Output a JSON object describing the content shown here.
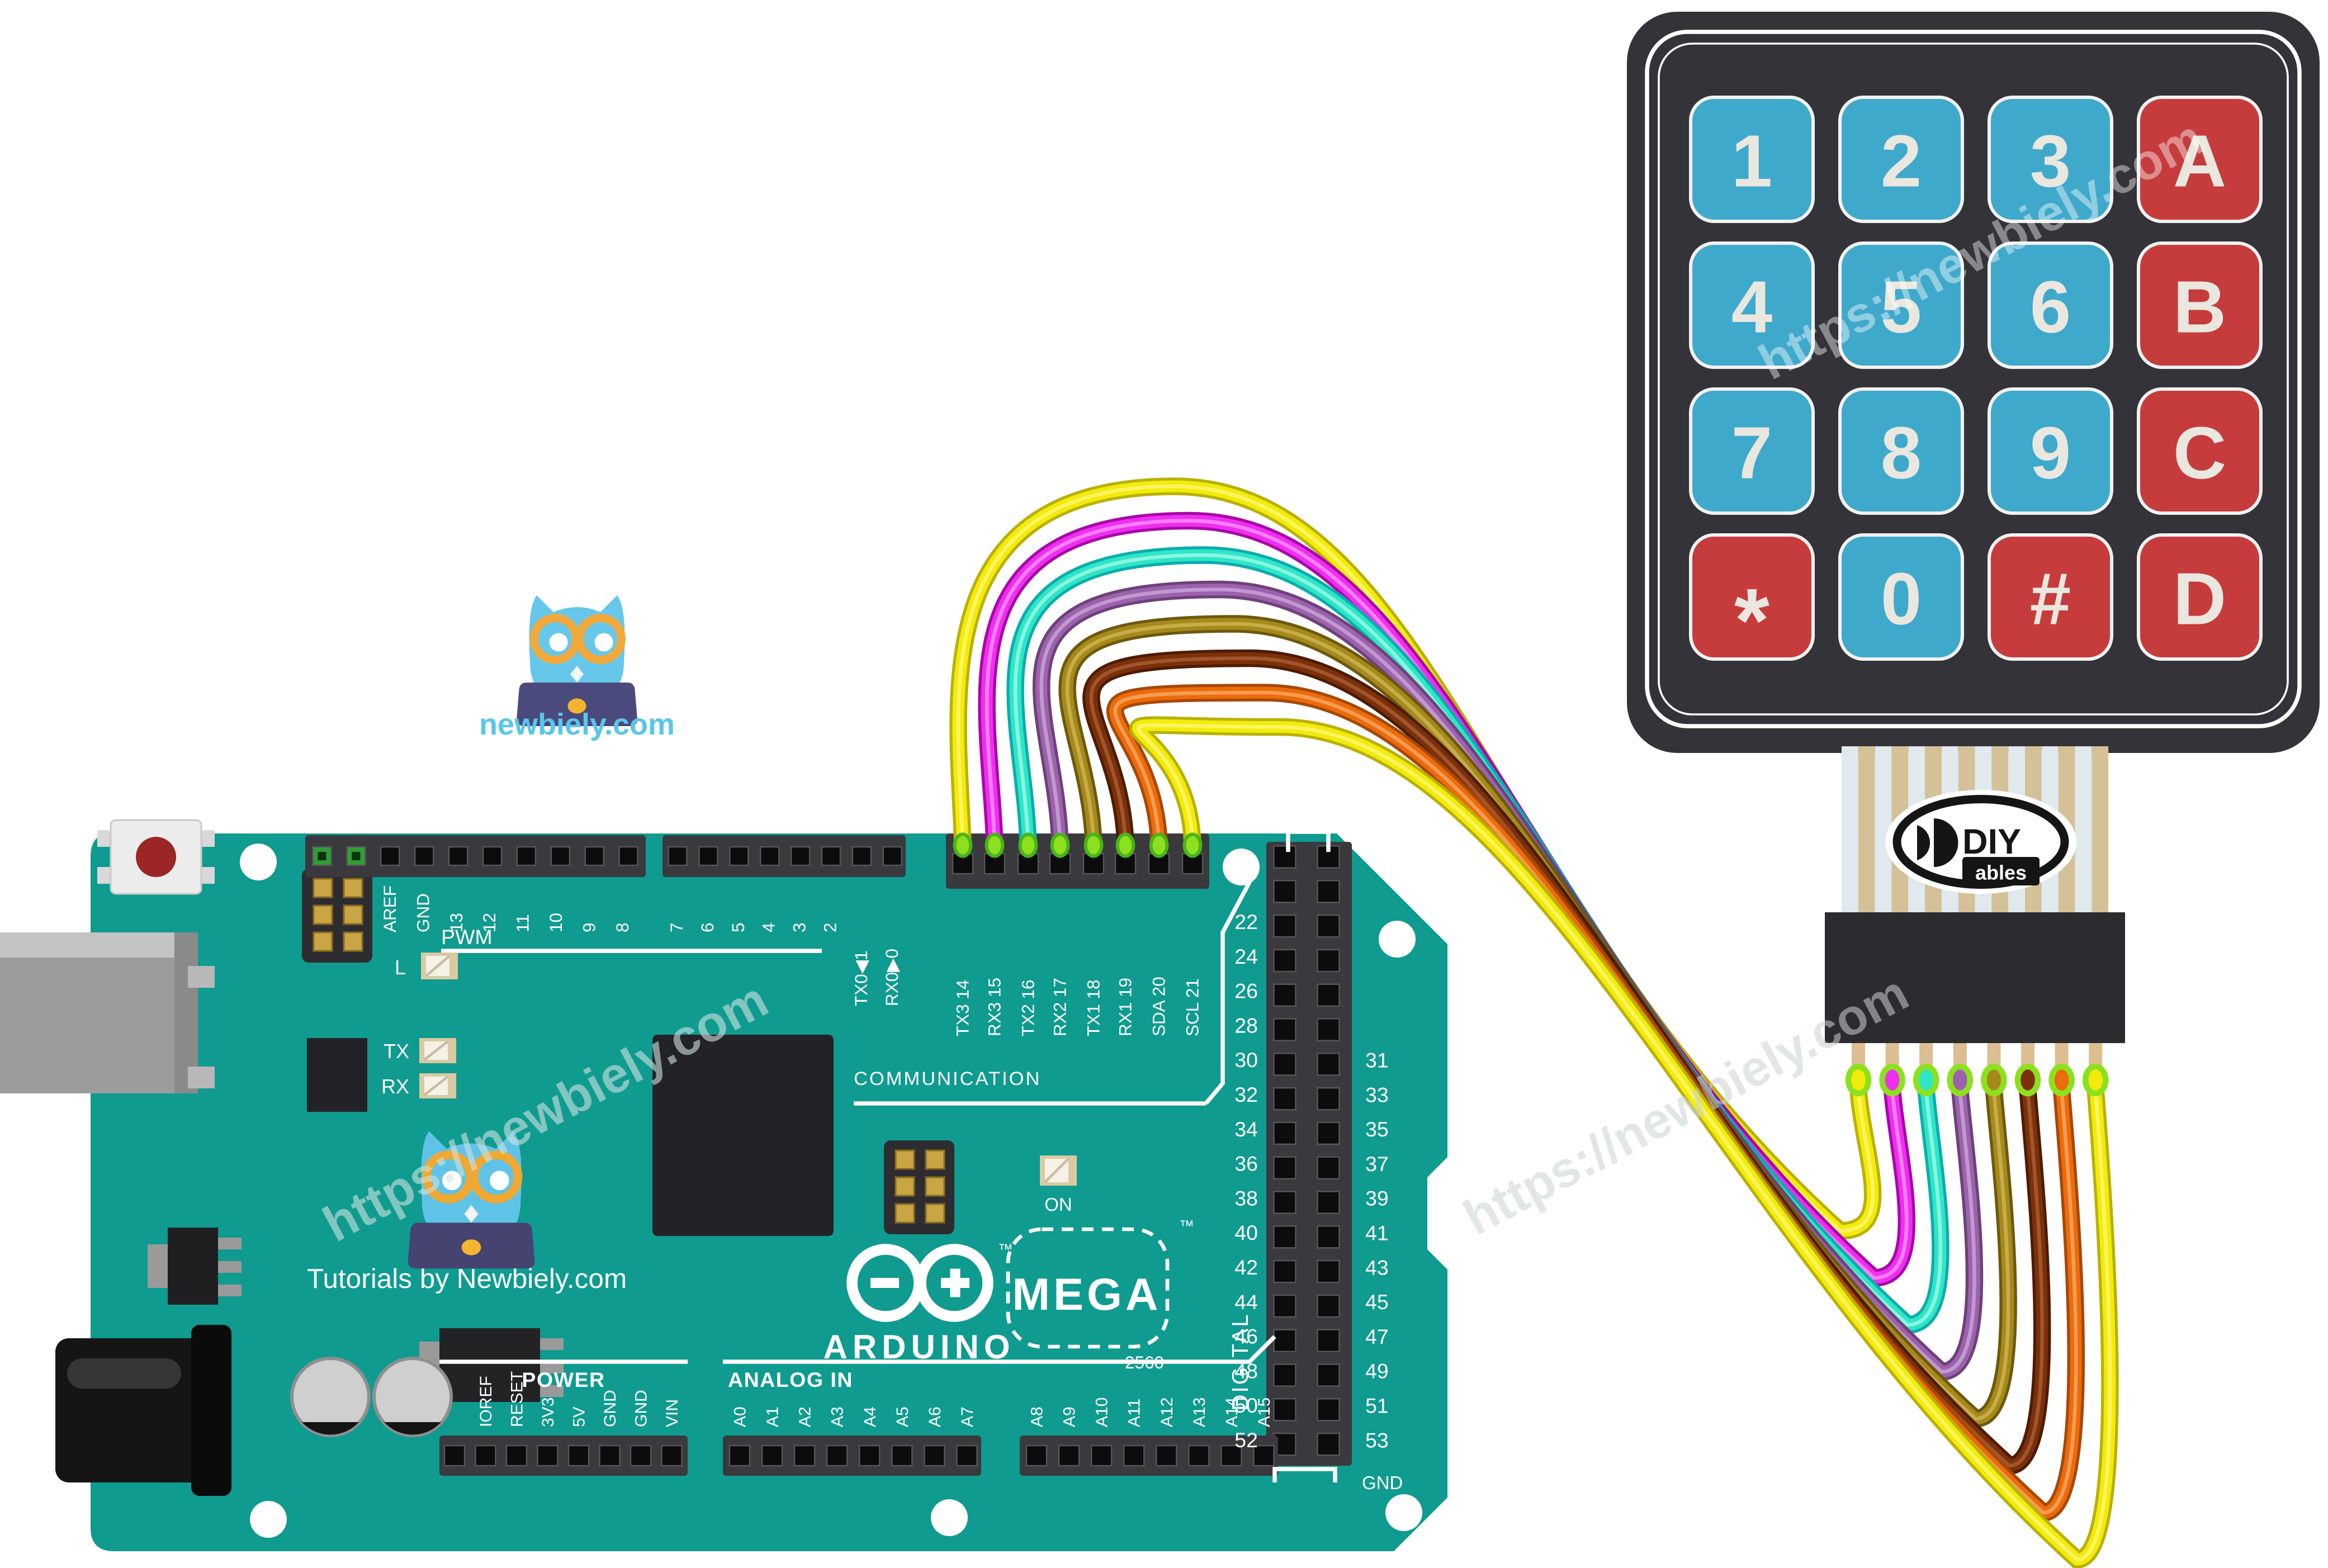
{
  "branding": {
    "logo_text": "newbiely.com",
    "tutorial_credit": "Tutorials by Newbiely.com",
    "watermark": "https://newbiely.com"
  },
  "arduino": {
    "board_color": "#0f9b8f",
    "brand": "ARDUINO",
    "model": "MEGA",
    "chip": "2560",
    "tm": "™",
    "labels": {
      "communication": "COMMUNICATION",
      "pwm": "PWM",
      "power": "POWER",
      "analog_in": "ANALOG IN",
      "digital": "DIGITAL",
      "on": "ON",
      "led_l": "L",
      "led_tx": "TX",
      "led_rx": "RX",
      "v5": "5V",
      "gnd": "GND"
    },
    "aref_row": [
      "AREF",
      "GND",
      "13",
      "12",
      "11",
      "10",
      "9",
      "8"
    ],
    "row2": [
      "7",
      "6",
      "5",
      "4",
      "3",
      "2"
    ],
    "serial0": [
      "TX0◀1",
      "RX0▶0"
    ],
    "comm_pins": [
      "TX3 14",
      "RX3 15",
      "TX2 16",
      "RX2 17",
      "TX1 18",
      "RX1 19",
      "SDA 20",
      "SCL 21"
    ],
    "digital_even": [
      "22",
      "24",
      "26",
      "28",
      "30",
      "32",
      "34",
      "36",
      "38",
      "40",
      "42",
      "44",
      "46",
      "48",
      "50",
      "52"
    ],
    "digital_odd": [
      "31",
      "33",
      "35",
      "37",
      "39",
      "41",
      "43",
      "45",
      "47",
      "49",
      "51",
      "53"
    ],
    "power_pins": [
      "IOREF",
      "RESET",
      "3V3",
      "5V",
      "GND",
      "GND",
      "VIN"
    ],
    "analog_a": [
      "A0",
      "A1",
      "A2",
      "A3",
      "A4",
      "A5",
      "A6",
      "A7"
    ],
    "analog_b": [
      "A8",
      "A9",
      "A10",
      "A11",
      "A12",
      "A13",
      "A14",
      "A15"
    ]
  },
  "keypad": {
    "rows": [
      [
        "1",
        "2",
        "3",
        "A"
      ],
      [
        "4",
        "5",
        "6",
        "B"
      ],
      [
        "7",
        "8",
        "9",
        "C"
      ],
      [
        "*",
        "0",
        "#",
        "D"
      ]
    ],
    "key_types": [
      [
        "num",
        "num",
        "num",
        "fn"
      ],
      [
        "num",
        "num",
        "num",
        "fn"
      ],
      [
        "num",
        "num",
        "num",
        "fn"
      ],
      [
        "fn",
        "num",
        "fn",
        "fn"
      ]
    ],
    "colors": {
      "body": "#343339",
      "key_blue": "#3fa9cc",
      "key_red": "#c63c3c",
      "key_text": "#eae7df",
      "border": "#ffffff"
    }
  },
  "diyables": {
    "name_top": "DIY",
    "name_bottom": "ables"
  },
  "cable": {
    "stripe_a": "#dfe9ee",
    "stripe_b": "#d5c198",
    "connector": "#2c2b2f",
    "pin_stub": "#dcbe92",
    "tip": "#8de01e",
    "tip_edge": "#49b41a"
  },
  "wires": [
    {
      "arduino_pin": "TX3 14",
      "keypad_pin": "1",
      "color": "#f3eb0b",
      "edge": "#b9b105",
      "hi": "#fbf772"
    },
    {
      "arduino_pin": "RX3 15",
      "keypad_pin": "2",
      "color": "#ef2fef",
      "edge": "#a907a9",
      "hi": "#ff8dff"
    },
    {
      "arduino_pin": "TX2 16",
      "keypad_pin": "3",
      "color": "#2ee6c6",
      "edge": "#0aadae",
      "hi": "#98f8e6"
    },
    {
      "arduino_pin": "RX2 17",
      "keypad_pin": "4",
      "color": "#9d62ae",
      "edge": "#6e4179",
      "hi": "#c7a3d3"
    },
    {
      "arduino_pin": "TX1 18",
      "keypad_pin": "5",
      "color": "#a6891d",
      "edge": "#6d590e",
      "hi": "#cdb44d"
    },
    {
      "arduino_pin": "RX1 19",
      "keypad_pin": "6",
      "color": "#7c300a",
      "edge": "#4c1c04",
      "hi": "#a75c33"
    },
    {
      "arduino_pin": "SDA 20",
      "keypad_pin": "7",
      "color": "#ec6b0b",
      "edge": "#a74808",
      "hi": "#f7a55f"
    },
    {
      "arduino_pin": "SCL 21",
      "keypad_pin": "8",
      "color": "#f3eb0b",
      "edge": "#b9b105",
      "hi": "#fbf772"
    }
  ]
}
